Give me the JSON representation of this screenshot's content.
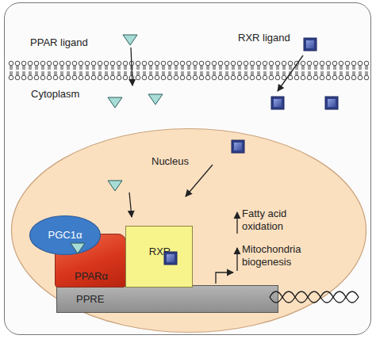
{
  "diagram": {
    "nodes": [
      {
        "text": [
          "Cytoplasm"
        ]
      },
      {
        "text": [
          "Nucleus"
        ],
        "in": 0
      },
      {
        "text": [
          "PGC1α"
        ],
        "in": 1
      },
      {
        "text": [
          "PPARα"
        ],
        "in": 1
      },
      {
        "text": [
          "RXR"
        ],
        "in": 1
      },
      {
        "text": [
          "PPRE"
        ],
        "in": 1
      }
    ],
    "labels": [
      "PPAR ligand",
      "RXR ligand",
      "Fatty acid oxidation",
      "Mitochondria biogenesis"
    ]
  }
}
